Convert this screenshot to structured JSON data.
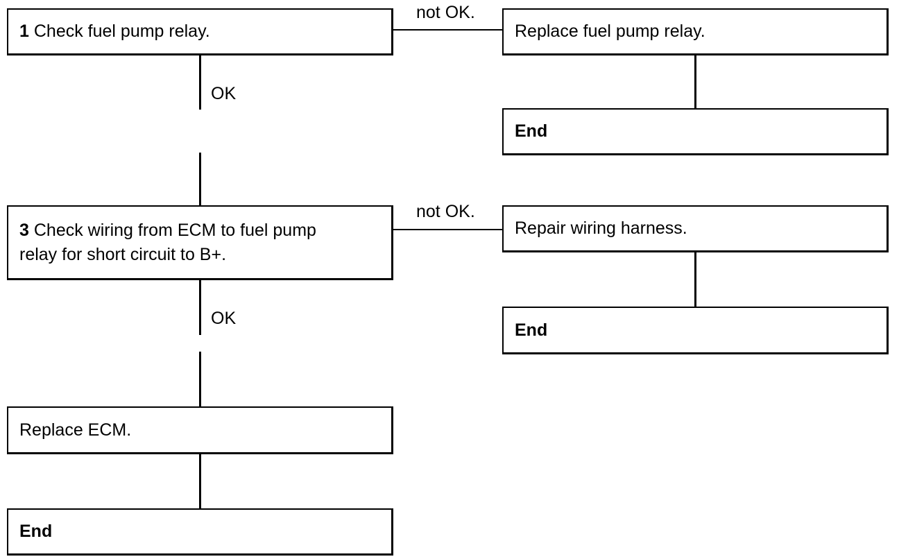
{
  "steps": [
    {
      "number": "1",
      "text": "Check fuel pump relay."
    },
    {
      "number": "3",
      "text_line1": "Check wiring from ECM to fuel pump",
      "text_line2": "relay for short circuit to B+."
    }
  ],
  "actions": {
    "replace_relay": "Replace fuel pump relay.",
    "repair_harness": "Repair wiring harness.",
    "replace_ecm": "Replace ECM."
  },
  "end_label": "End",
  "labels": {
    "ok": "OK",
    "not_ok": "not OK."
  }
}
